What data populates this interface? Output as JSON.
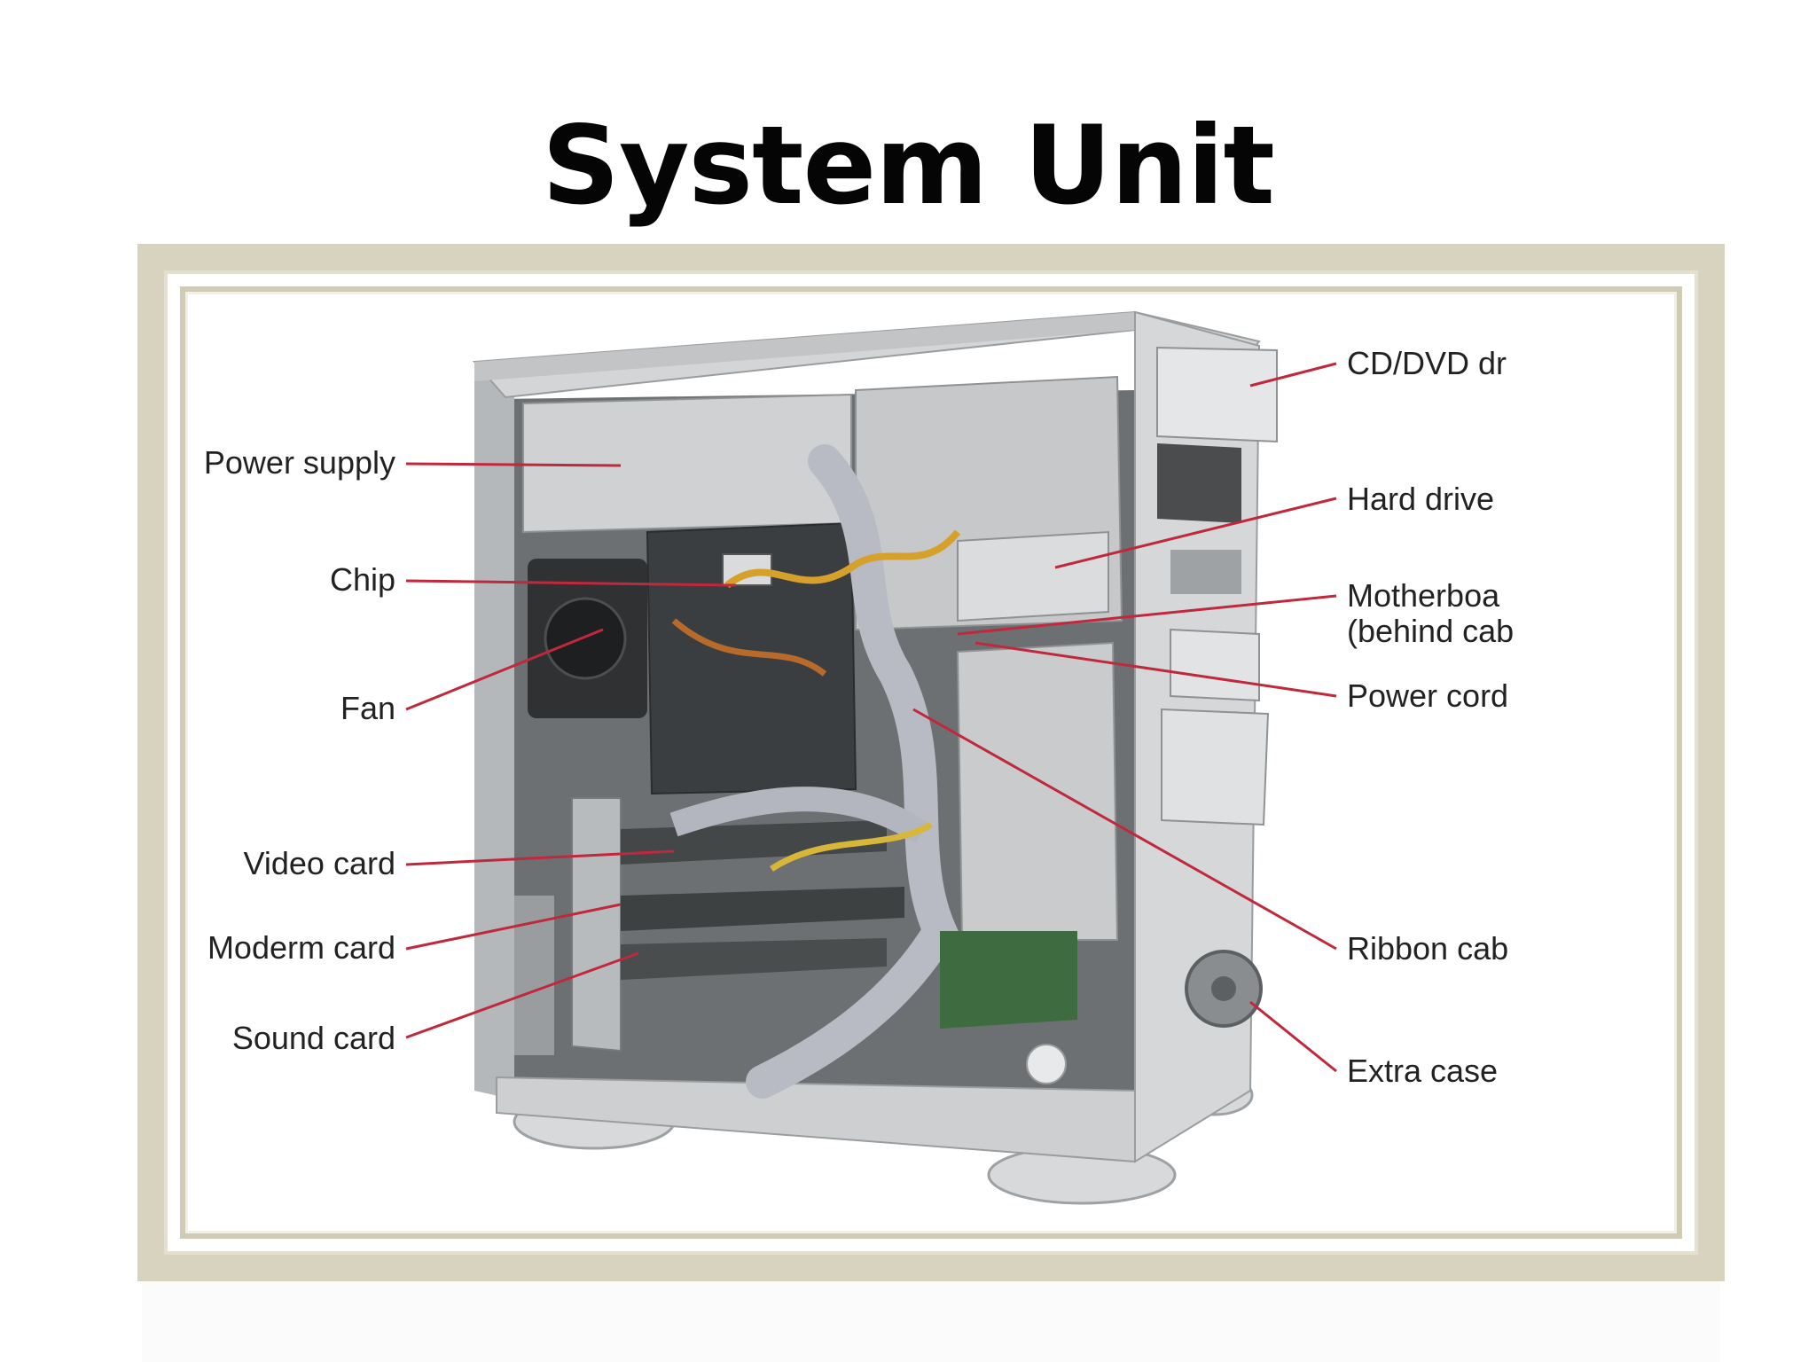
{
  "slide": {
    "title": "System Unit"
  },
  "labels": {
    "left": [
      {
        "id": "power-supply",
        "text": "Power supply"
      },
      {
        "id": "chip",
        "text": "Chip"
      },
      {
        "id": "fan",
        "text": "Fan"
      },
      {
        "id": "video-card",
        "text": "Video card"
      },
      {
        "id": "moderm-card",
        "text": "Moderm card"
      },
      {
        "id": "sound-card",
        "text": "Sound card"
      }
    ],
    "right": [
      {
        "id": "cd-dvd",
        "text": "CD/DVD dr"
      },
      {
        "id": "hard-drive",
        "text": "Hard drive"
      },
      {
        "id": "motherboard",
        "line1": "Motherboa",
        "line2": "(behind cab"
      },
      {
        "id": "power-cord",
        "text": "Power cord"
      },
      {
        "id": "ribbon-cable",
        "text": "Ribbon cab"
      },
      {
        "id": "extra-case",
        "text": "Extra case"
      }
    ]
  },
  "colors": {
    "leader_line": "#c0283c",
    "frame": "#d8d3bf",
    "case_metal": "#c9cbcc",
    "case_dark": "#5a5c5e"
  }
}
